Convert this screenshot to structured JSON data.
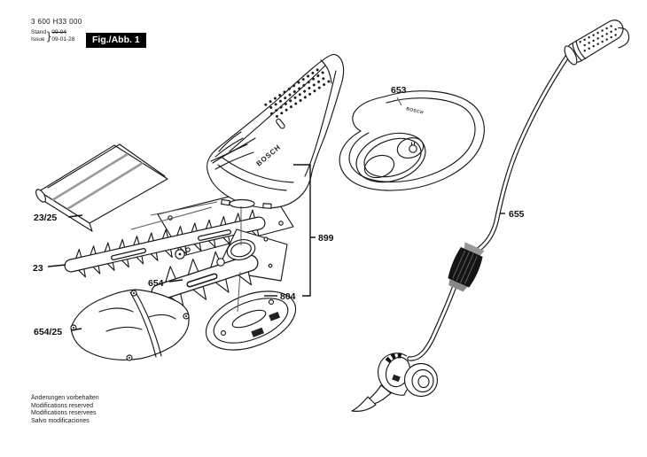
{
  "header": {
    "document_number": "3 600 H33 000",
    "revision": {
      "stand_label": "Stand",
      "issue_label": "Issue",
      "brace": "}",
      "superseded_date": "09-04",
      "date": "09-01-28"
    },
    "figure_label": "Fig./Abb. 1"
  },
  "brand": "BOSCH",
  "part_labels": {
    "blade_sheath": "23/25",
    "shear_blade": "23",
    "grass_blade": "654",
    "grass_blade_cover": "654/25",
    "charging_holster": "653",
    "telescopic_handle": "655",
    "blade_set": "899",
    "base_plate": "804"
  },
  "footer": {
    "lines": [
      "Änderungen vorbehalten",
      "Modifications reserved",
      "Modifications reservees",
      "Salvo modificaciones"
    ]
  }
}
